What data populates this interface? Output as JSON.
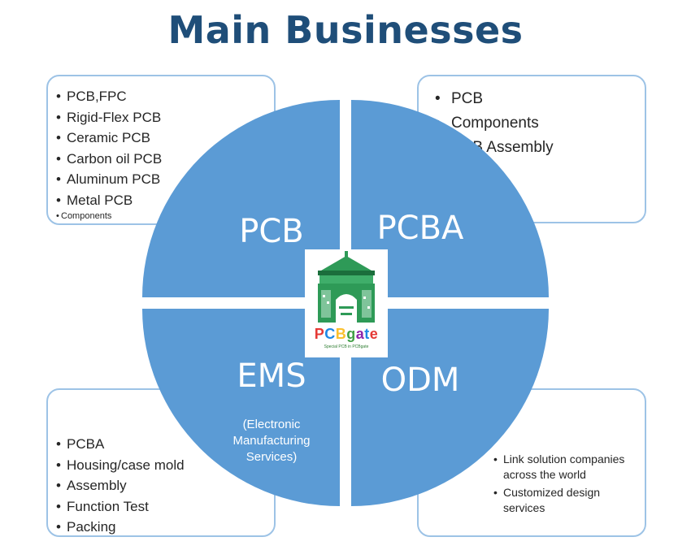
{
  "title": "Main Businesses",
  "quadrants": {
    "pcb": {
      "label": "PCB"
    },
    "pcba": {
      "label": "PCBA"
    },
    "ems": {
      "label": "EMS",
      "subtitle": "(Electronic Manufacturing Services)"
    },
    "odm": {
      "label": "ODM"
    }
  },
  "boxes": {
    "top_left": [
      "PCB,FPC",
      "Rigid-Flex PCB",
      "Ceramic PCB",
      "Carbon oil PCB",
      "Aluminum PCB",
      "Metal PCB",
      "Components"
    ],
    "top_right": [
      "PCB",
      "Components",
      " PCB Assembly"
    ],
    "bottom_left": [
      "PCBA",
      "Housing/case mold",
      "Assembly",
      "Function Test",
      "Packing"
    ],
    "bottom_right": [
      "Link solution companies across the world",
      "Customized design services"
    ]
  },
  "logo": {
    "letters": [
      "P",
      "C",
      "B",
      "g",
      "a",
      "t",
      "e"
    ],
    "letter_colors": [
      "#e53935",
      "#1e88e5",
      "#fbc02d",
      "#43a047",
      "#8e24aa",
      "#1e88e5",
      "#e53935"
    ],
    "tagline": "Special PCB in PCBgate"
  },
  "colors": {
    "circle_fill": "#5b9bd5",
    "title": "#1f4e79",
    "box_border": "#9dc3e6",
    "logo_green": "#2e9a57"
  }
}
